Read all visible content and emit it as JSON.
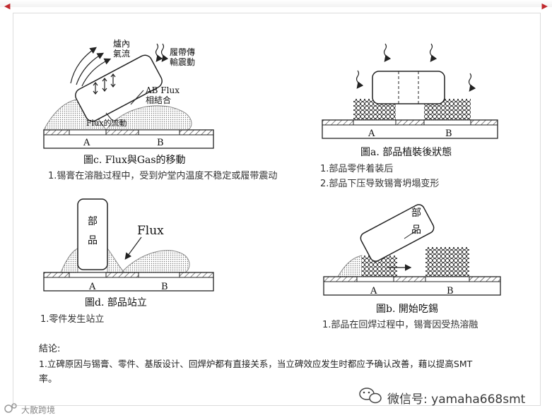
{
  "figure_c": {
    "label_furnace_flow_1": "爐內",
    "label_furnace_flow_2": "氣流",
    "label_belt_vib_1": "履帶傳",
    "label_belt_vib_2": "輸震動",
    "label_ab_flux_1": "AB Flux",
    "label_ab_flux_2": "相結合",
    "label_flux_flow": "Flux的流動",
    "pad_a": "A",
    "pad_b": "B",
    "caption": "圖c. Flux與Gas的移動",
    "note_1": "1.锡膏在溶融过程中，受到炉堂内温度不稳定或履带震动"
  },
  "figure_a": {
    "pad_a": "A",
    "pad_b": "B",
    "caption": "圖a. 部品植裝後狀態",
    "note_1": "1.部品零件着装后",
    "note_2": "2.部品下压导致锡膏坍塌变形"
  },
  "figure_d": {
    "part_1": "部",
    "part_2": "品",
    "flux_label": "Flux",
    "pad_a": "A",
    "pad_b": "B",
    "caption": "圖d. 部品站立",
    "note_1": "1.零件发生站立"
  },
  "figure_b": {
    "part_1": "部",
    "part_2": "品",
    "pad_a": "A",
    "pad_b": "B",
    "caption": "圖b. 開始吃錫",
    "note_1": "1.部品在回焊过程中，锡膏因受热溶融"
  },
  "conclusion": {
    "heading": "結论:",
    "line_1": "1.立碑原因与锡膏、零件、基版设计、回焊炉都有直接关系，当立碑效应发生时都应予确认改善，藉以提高SMT",
    "line_2": "率。"
  },
  "watermark": {
    "wechat": "微信号: yamaha668smt",
    "bottom_left": "大散跨境"
  }
}
